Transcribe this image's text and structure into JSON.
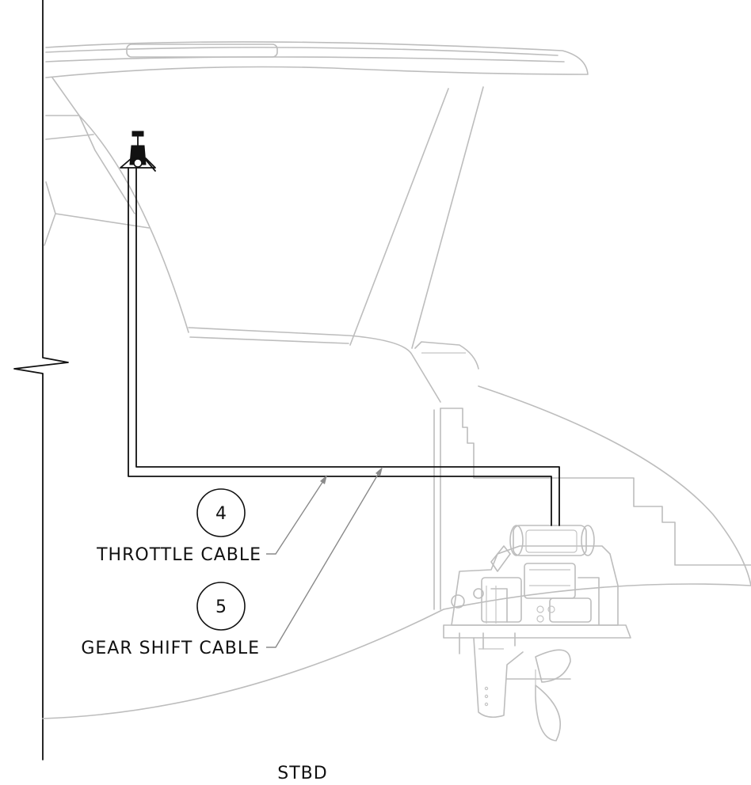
{
  "callouts": [
    {
      "number": "4",
      "label": "THROTTLE CABLE"
    },
    {
      "number": "5",
      "label": "GEAR SHIFT CABLE"
    }
  ],
  "view_label": "STBD",
  "colors": {
    "hull": "#bdbdbd",
    "cable": "#111111",
    "leader": "#8a8a8a"
  }
}
